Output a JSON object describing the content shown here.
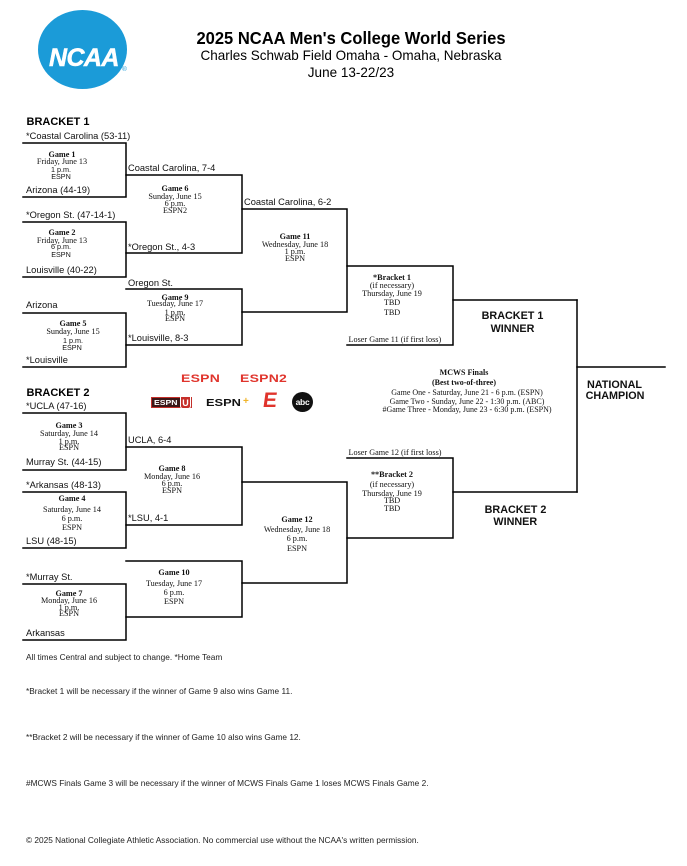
{
  "header": {
    "logo": {
      "icon": "ncaa-logo",
      "text": "NCAA",
      "registered_mark": "®"
    },
    "title": "2025 NCAA Men's College World Series",
    "venue": "Charles Schwab Field Omaha - Omaha, Nebraska",
    "dates": "June 13-22/23"
  },
  "colors": {
    "ncaa_blue": "#1b9bd8",
    "espn_red": "#e0342c",
    "espn_plus_gold": "#f0b429",
    "abc_black": "#111111",
    "bracket_lines": "#000000",
    "text": "#111111"
  },
  "bracket_1": {
    "label": "BRACKET 1",
    "game_1": {
      "title": "Game 1",
      "day": "Friday, June 13",
      "time": "1 p.m.",
      "network": "ESPN",
      "top_team": "*Coastal Carolina (53-11)",
      "bottom_team": "Arizona (44-19)"
    },
    "game_2": {
      "title": "Game 2",
      "day": "Friday, June 13",
      "time": "6 p.m.",
      "network": "ESPN",
      "top_team": "*Oregon St. (47-14-1)",
      "bottom_team": "Louisville (40-22)"
    },
    "game_5": {
      "title": "Game 5",
      "day": "Sunday, June 15",
      "time": "1 p.m.",
      "network": "ESPN",
      "top_team": "Arizona",
      "bottom_team": "*Louisville"
    },
    "game_6": {
      "title": "Game 6",
      "day": "Sunday, June 15",
      "time": "6 p.m.",
      "network": "ESPN2",
      "top_team": "Coastal Carolina, 7-4",
      "bottom_team": "*Oregon St., 4-3"
    },
    "game_9": {
      "title": "Game 9",
      "day": "Tuesday, June 17",
      "time": "1 p.m.",
      "network": "ESPN",
      "top_team": "Oregon St.",
      "bottom_team": "*Louisville, 8-3"
    },
    "game_11": {
      "title": "Game 11",
      "day": "Wednesday, June 18",
      "time": "1 p.m.",
      "network": "ESPN",
      "top_team": "Coastal Carolina, 6-2"
    },
    "final": {
      "title": "*Bracket 1",
      "note": "(if necessary)",
      "day": "Thursday, June 19",
      "time": "TBD",
      "network": "TBD",
      "bottom_team": "Loser Game 11 (if first loss)"
    },
    "winner": {
      "line_1": "BRACKET 1",
      "line_2": "WINNER"
    }
  },
  "bracket_2": {
    "label": "BRACKET 2",
    "game_3": {
      "title": "Game 3",
      "day": "Saturday, June 14",
      "time": "1 p.m.",
      "network": "ESPN",
      "top_team": "*UCLA (47-16)",
      "bottom_team": "Murray St. (44-15)"
    },
    "game_4": {
      "title": "Game 4",
      "day": "Saturday, June 14",
      "time": "6 p.m.",
      "network": "ESPN",
      "top_team": "*Arkansas (48-13)",
      "bottom_team": "LSU (48-15)"
    },
    "game_7": {
      "title": "Game 7",
      "day": "Monday, June 16",
      "time": "1 p.m.",
      "network": "ESPN",
      "top_team": "*Murray St.",
      "bottom_team": "Arkansas"
    },
    "game_8": {
      "title": "Game 8",
      "day": "Monday, June 16",
      "time": "6 p.m.",
      "network": "ESPN",
      "top_team": "UCLA, 6-4",
      "bottom_team": "*LSU, 4-1"
    },
    "game_10": {
      "title": "Game 10",
      "day": "Tuesday, June 17",
      "time": "6 p.m.",
      "network": "ESPN"
    },
    "game_12": {
      "title": "Game 12",
      "day": "Wednesday, June 18",
      "time": "6 p.m.",
      "network": "ESPN"
    },
    "final": {
      "title": "**Bracket 2",
      "note": "(if necessary)",
      "day": "Thursday, June 19",
      "time": "TBD",
      "network": "TBD",
      "top_team": "Loser Game 12 (if first loss)"
    },
    "winner": {
      "line_1": "BRACKET 2",
      "line_2": "WINNER"
    }
  },
  "tv_networks": [
    {
      "icon": "espn-logo",
      "text": "ESPN"
    },
    {
      "icon": "espn2-logo",
      "text": "ESPN2"
    },
    {
      "icon": "espnu-logo",
      "text": "ESPN",
      "badge": "U"
    },
    {
      "icon": "espn-plus-logo",
      "text": "ESPN",
      "badge": "+"
    },
    {
      "icon": "espn-e-logo",
      "text": "E"
    },
    {
      "icon": "abc-logo",
      "text": "abc"
    }
  ],
  "finals": {
    "title": "MCWS Finals",
    "format": "(Best two-of-three)",
    "games": [
      "Game One - Saturday, June 21 - 6 p.m. (ESPN)",
      "Game Two - Sunday, June 22 - 1:30 p.m. (ABC)",
      "#Game Three - Monday, June 23 - 6:30 p.m. (ESPN)"
    ]
  },
  "champion": {
    "line_1": "NATIONAL",
    "line_2": "CHAMPION"
  },
  "notes": [
    "All times Central and subject to change. *Home Team",
    "*Bracket 1 will be necessary if the winner of Game 9 also wins Game 11.",
    "**Bracket 2 will be necessary if the winner of Game 10 also wins Game 12.",
    "#MCWS Finals Game 3 will be necessary if the winner of MCWS Finals Game 1 loses MCWS Finals Game 2."
  ],
  "copyright": "© 2025 National Collegiate Athletic Association. No commercial use without the NCAA's written permission."
}
